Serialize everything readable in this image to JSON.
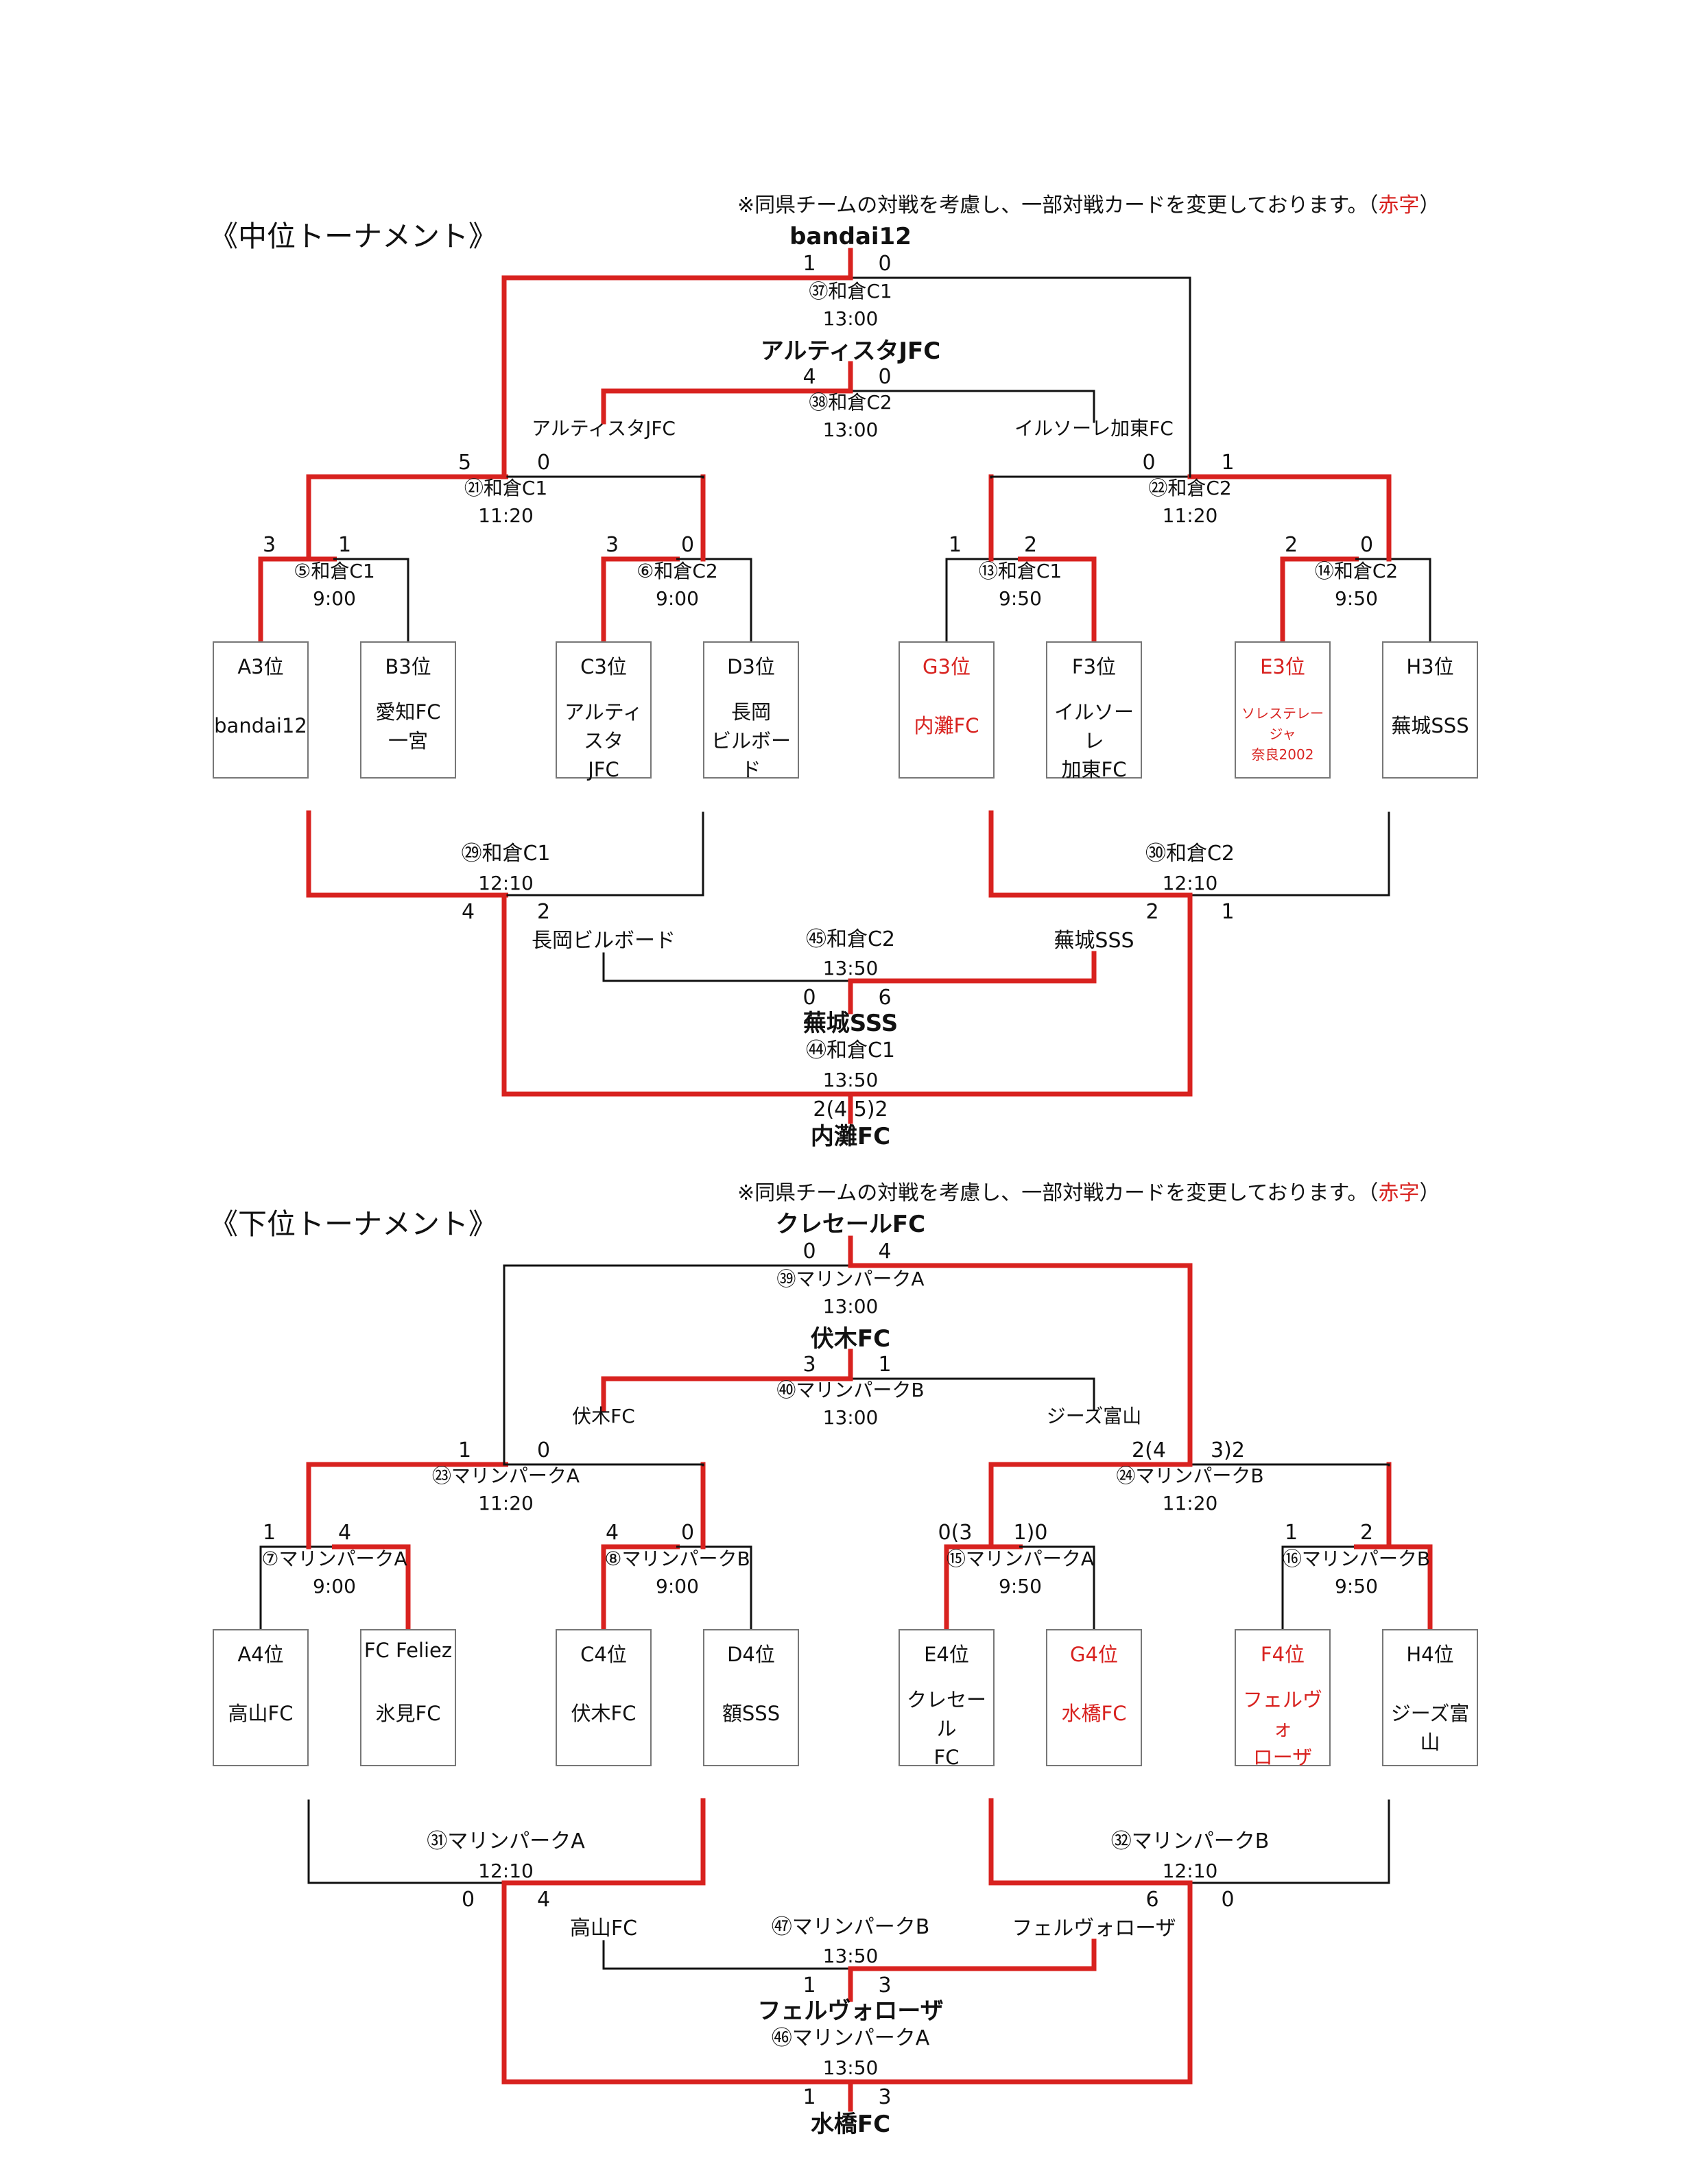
{
  "colors": {
    "winner_line": "#d8221f",
    "loser_line": "#111111",
    "highlight_text": "#d8221f"
  },
  "tournaments": [
    {
      "title": "《中位トーナメント》",
      "note_prefix": "※同県チームの対戦を考慮し、一部対戦カードを変更しております。（",
      "note_red": "赤字",
      "note_suffix": "）",
      "champion": "bandai12",
      "teams": [
        {
          "slot": "A3位",
          "name": [
            "bandai12"
          ],
          "red": false
        },
        {
          "slot": "B3位",
          "name": [
            "愛知FC",
            "一宮"
          ],
          "red": false
        },
        {
          "slot": "C3位",
          "name": [
            "アルティスタ",
            "JFC"
          ],
          "red": false
        },
        {
          "slot": "D3位",
          "name": [
            "長岡",
            "ビルボード"
          ],
          "red": false
        },
        {
          "slot": "G3位",
          "name": [
            "内灘FC"
          ],
          "red": true
        },
        {
          "slot": "F3位",
          "name": [
            "イルソーレ",
            "加東FC"
          ],
          "red": false
        },
        {
          "slot": "E3位",
          "name": [
            "ソレステレージャ",
            "奈良2002"
          ],
          "red": true,
          "small": true
        },
        {
          "slot": "H3位",
          "name": [
            "蕪城SSS"
          ],
          "red": false
        }
      ],
      "r1": [
        {
          "match": "⑤和倉C1",
          "time": "9:00",
          "score_l": "3",
          "score_r": "1"
        },
        {
          "match": "⑥和倉C2",
          "time": "9:00",
          "score_l": "3",
          "score_r": "0"
        },
        {
          "match": "⑬和倉C1",
          "time": "9:50",
          "score_l": "1",
          "score_r": "2"
        },
        {
          "match": "⑭和倉C2",
          "time": "9:50",
          "score_l": "2",
          "score_r": "0"
        }
      ],
      "r2": [
        {
          "match": "㉑和倉C1",
          "time": "11:20",
          "score_l": "5",
          "score_r": "0"
        },
        {
          "match": "㉒和倉C2",
          "time": "11:20",
          "score_l": "0",
          "score_r": "1"
        }
      ],
      "r2_losers": [
        {
          "match": "㉙和倉C1",
          "time": "12:10",
          "score_l": "4",
          "score_r": "2"
        },
        {
          "match": "㉚和倉C2",
          "time": "12:10",
          "score_l": "2",
          "score_r": "1"
        }
      ],
      "semi": {
        "match": "㊳和倉C2",
        "time": "13:00",
        "score_l": "4",
        "score_r": "0",
        "left": "アルティスタJFC",
        "right": "イルソーレ加東FC",
        "winner": "アルティスタJFC"
      },
      "final": {
        "match": "㊲和倉C1",
        "time": "13:00",
        "score_l": "1",
        "score_r": "0"
      },
      "lower_semi": {
        "match": "㊺和倉C2",
        "time": "13:50",
        "score_l": "0",
        "score_r": "6",
        "left": "長岡ビルボード",
        "right": "蕪城SSS",
        "winner": "蕪城SSS"
      },
      "lower_final": {
        "match": "㊹和倉C1",
        "time": "13:50",
        "score": "2(4 5)2",
        "winner": "内灘FC"
      }
    },
    {
      "title": "《下位トーナメント》",
      "note_prefix": "※同県チームの対戦を考慮し、一部対戦カードを変更しております。（",
      "note_red": "赤字",
      "note_suffix": "）",
      "champion": "クレセールFC",
      "teams": [
        {
          "slot": "A4位",
          "name": [
            "高山FC"
          ],
          "red": false
        },
        {
          "slot": "FC Feliez",
          "name": [
            "氷見FC"
          ],
          "red": false
        },
        {
          "slot": "C4位",
          "name": [
            "伏木FC"
          ],
          "red": false
        },
        {
          "slot": "D4位",
          "name": [
            "額SSS"
          ],
          "red": false
        },
        {
          "slot": "E4位",
          "name": [
            "クレセール",
            "FC"
          ],
          "red": false
        },
        {
          "slot": "G4位",
          "name": [
            "水橋FC"
          ],
          "red": true
        },
        {
          "slot": "F4位",
          "name": [
            "フェルヴォ",
            "ローザ"
          ],
          "red": true
        },
        {
          "slot": "H4位",
          "name": [
            "ジーズ富山"
          ],
          "red": false
        }
      ],
      "r1": [
        {
          "match": "⑦マリンパークA",
          "time": "9:00",
          "score_l": "1",
          "score_r": "4"
        },
        {
          "match": "⑧マリンパークB",
          "time": "9:00",
          "score_l": "4",
          "score_r": "0"
        },
        {
          "match": "⑮マリンパークA",
          "time": "9:50",
          "score_l": "0(3",
          "score_r": "1)0"
        },
        {
          "match": "⑯マリンパークB",
          "time": "9:50",
          "score_l": "1",
          "score_r": "2"
        }
      ],
      "r2": [
        {
          "match": "㉓マリンパークA",
          "time": "11:20",
          "score_l": "1",
          "score_r": "0"
        },
        {
          "match": "㉔マリンパークB",
          "time": "11:20",
          "score_l": "2(4",
          "score_r": "3)2"
        }
      ],
      "r2_losers": [
        {
          "match": "㉛マリンパークA",
          "time": "12:10",
          "score_l": "0",
          "score_r": "4"
        },
        {
          "match": "㉜マリンパークB",
          "time": "12:10",
          "score_l": "6",
          "score_r": "0"
        }
      ],
      "semi": {
        "match": "㊵マリンパークB",
        "time": "13:00",
        "score_l": "3",
        "score_r": "1",
        "left": "伏木FC",
        "right": "ジーズ富山",
        "winner": "伏木FC"
      },
      "final": {
        "match": "㊴マリンパークA",
        "time": "13:00",
        "score_l": "0",
        "score_r": "4"
      },
      "lower_semi": {
        "match": "㊼マリンパークB",
        "time": "13:50",
        "score_l": "1",
        "score_r": "3",
        "left": "高山FC",
        "right": "フェルヴォローザ",
        "winner": "フェルヴォローザ"
      },
      "lower_final": {
        "match": "㊻マリンパークA",
        "time": "13:50",
        "score_l": "1",
        "score_r": "3",
        "winner": "水橋FC"
      }
    }
  ]
}
